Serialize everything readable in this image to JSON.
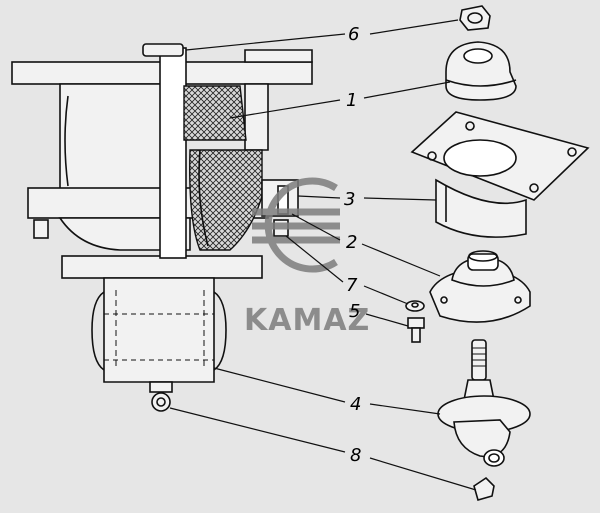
{
  "logo": {
    "brand_text": "KAMAZ"
  },
  "callouts": [
    {
      "id": "1",
      "label": "1"
    },
    {
      "id": "2",
      "label": "2"
    },
    {
      "id": "3",
      "label": "3"
    },
    {
      "id": "4",
      "label": "4"
    },
    {
      "id": "5",
      "label": "5"
    },
    {
      "id": "6",
      "label": "6"
    },
    {
      "id": "7",
      "label": "7"
    },
    {
      "id": "8",
      "label": "8"
    }
  ],
  "colors": {
    "background": "#e6e6e6",
    "line": "#111111",
    "logo": "#7d7d7d"
  }
}
